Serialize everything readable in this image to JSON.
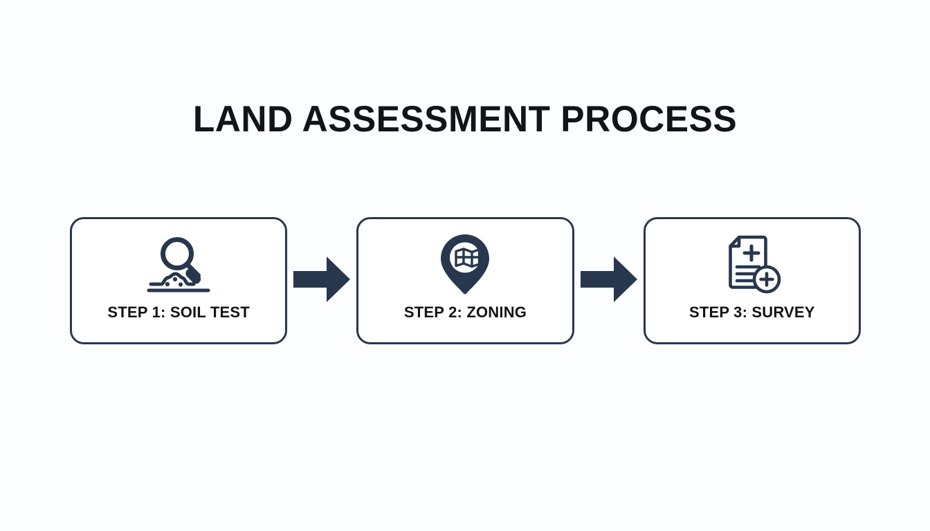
{
  "slide": {
    "title": "LAND ASSESSMENT PROCESS",
    "background_color": "#fcfdfe",
    "accent_color": "#27374d",
    "text_color": "#111418"
  },
  "steps": [
    {
      "label": "STEP 1: SOIL TEST",
      "icon": "magnifier-soil-icon"
    },
    {
      "label": "STEP 2: ZONING",
      "icon": "map-pin-icon"
    },
    {
      "label": "STEP 3: SURVEY",
      "icon": "document-plus-icon"
    }
  ],
  "connectors": [
    {
      "icon": "arrow-right-icon"
    },
    {
      "icon": "arrow-right-icon"
    }
  ]
}
